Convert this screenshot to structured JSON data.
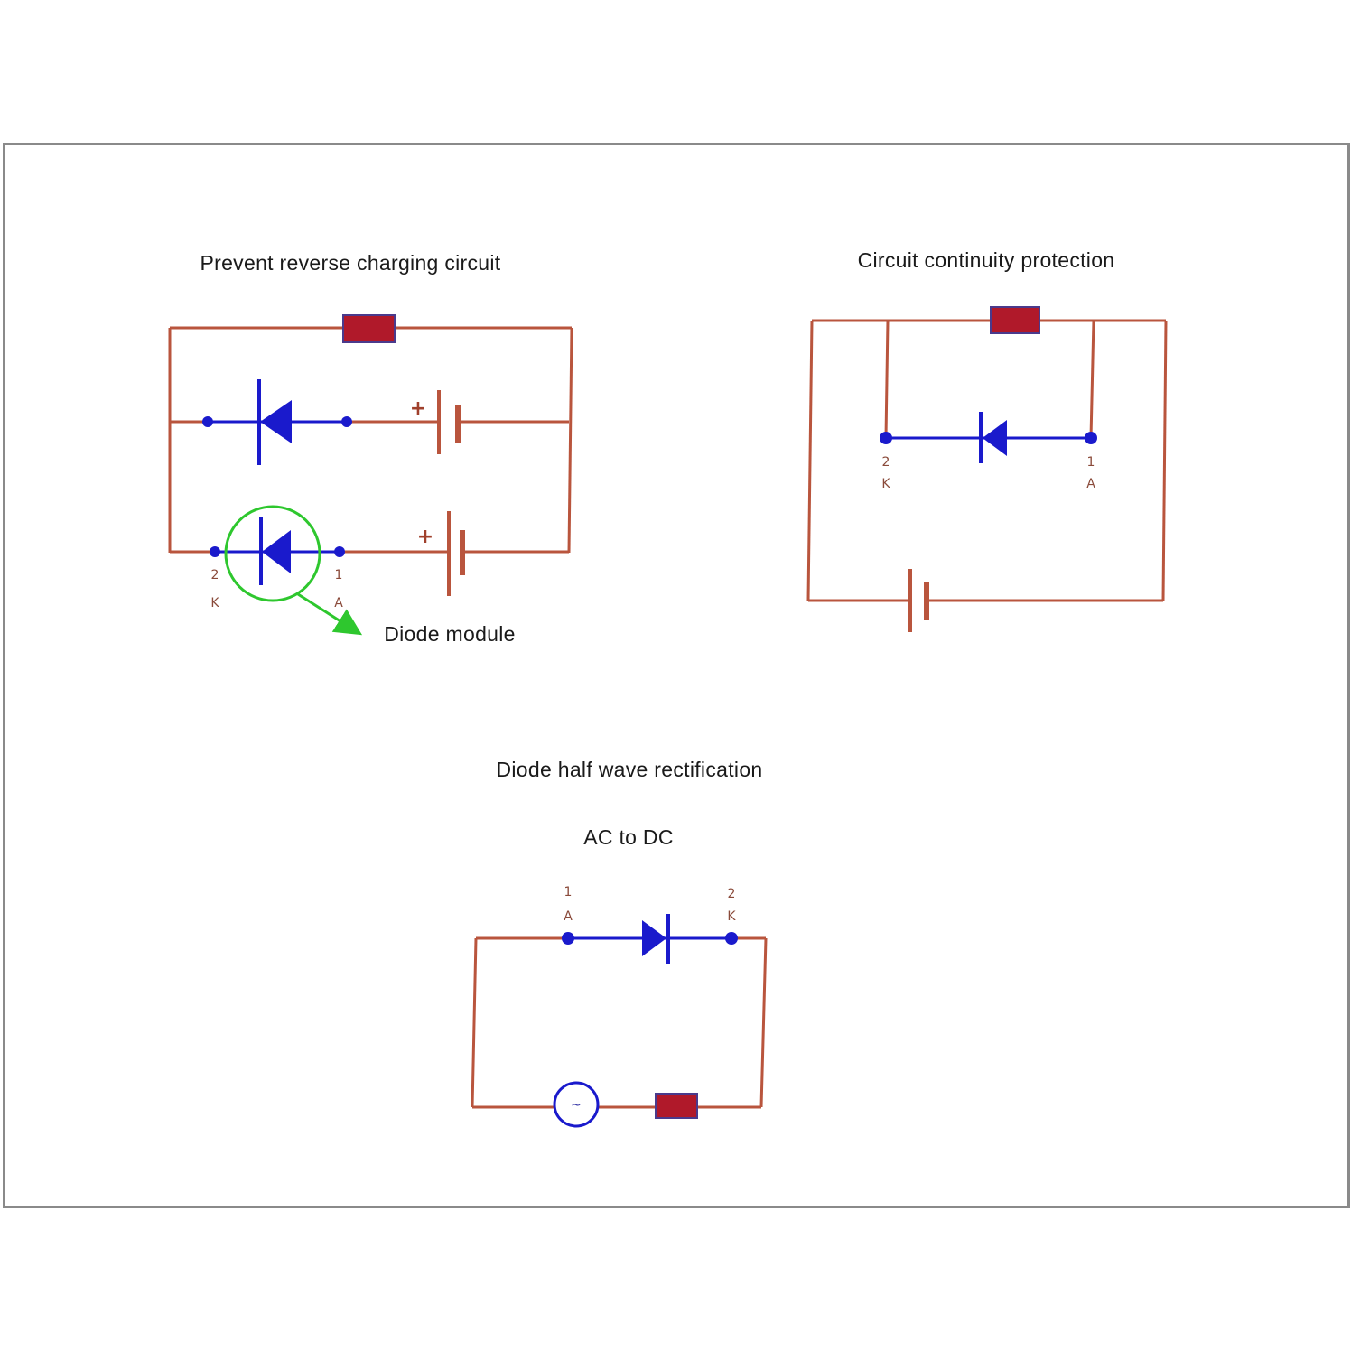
{
  "colors": {
    "wire": "#b9553d",
    "diode": "#1a1acc",
    "resistor_fill": "#b0192a",
    "resistor_border": "#4a3a8c",
    "highlight": "#2ec72e",
    "frame": "#8a8a8a"
  },
  "panel_reverse": {
    "title": "Prevent reverse charging circuit",
    "battery_top_plus": "+",
    "battery_bottom_plus": "+",
    "pin_k_number": "2",
    "pin_k_letter": "K",
    "pin_a_number": "1",
    "pin_a_letter": "A",
    "callout_label": "Diode module"
  },
  "panel_continuity": {
    "title": "Circuit continuity protection",
    "pin_k_number": "2",
    "pin_k_letter": "K",
    "pin_a_number": "1",
    "pin_a_letter": "A"
  },
  "panel_rectifier": {
    "title": "Diode half wave rectification",
    "subtitle": "AC to DC",
    "pin_a_number": "1",
    "pin_a_letter": "A",
    "pin_k_number": "2",
    "pin_k_letter": "K",
    "ac_symbol": "~"
  },
  "icons": {
    "resistor": "resistor-icon",
    "diode": "diode-icon",
    "battery": "battery-icon",
    "ac_source": "ac-source-icon",
    "highlight": "highlight-circle-icon",
    "arrow": "callout-arrow-icon"
  }
}
